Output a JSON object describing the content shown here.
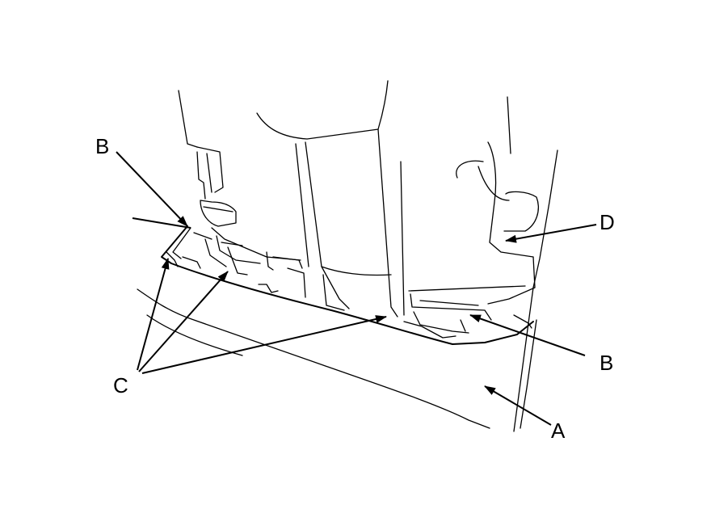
{
  "callouts": {
    "b_upper": "B",
    "c": "C",
    "d": "D",
    "b_lower": "B",
    "a": "A"
  }
}
